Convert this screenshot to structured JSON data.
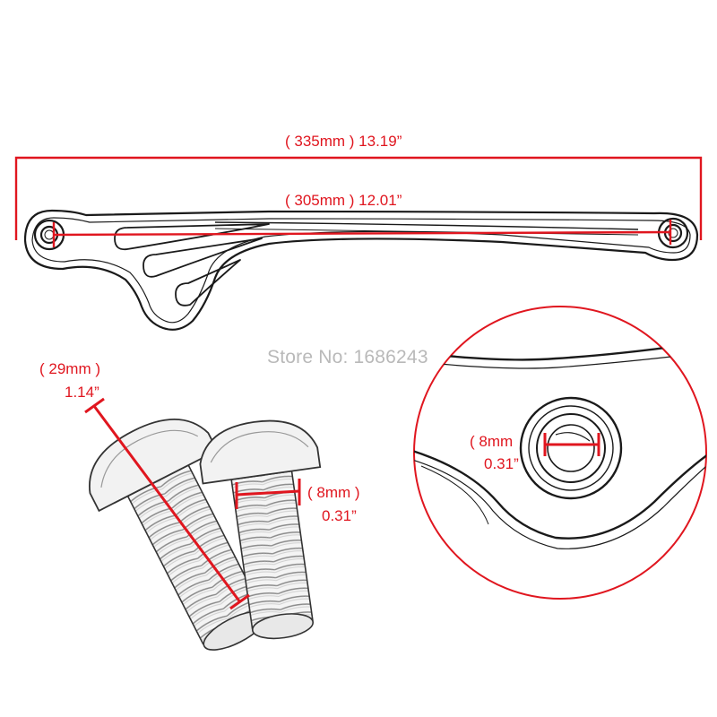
{
  "colors": {
    "accent": "#e0161f",
    "line": "#1a1a1a",
    "watermark": "#b9b9b9"
  },
  "dimensions": {
    "overall_length": "( 335mm ) 13.19”",
    "hole_center_distance": "( 305mm ) 12.01”",
    "bolt_length_mm": "( 29mm )",
    "bolt_length_in": "1.14”",
    "bolt_diameter_mm": "( 8mm )",
    "bolt_diameter_in": "0.31”",
    "hole_diameter_mm": "( 8mm",
    "hole_diameter_in": "0.31”"
  },
  "watermark": "Store No: 1686243"
}
